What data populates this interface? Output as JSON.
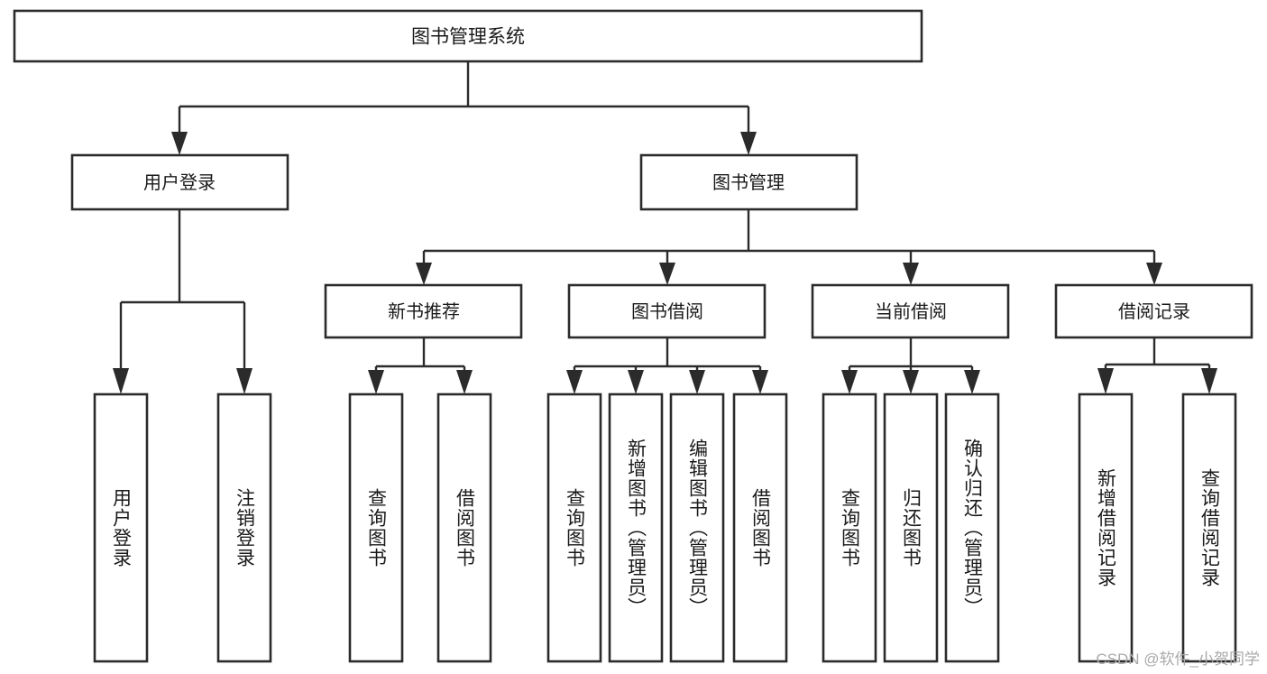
{
  "diagram": {
    "title": "图书管理系统",
    "type": "tree-hierarchy",
    "watermark": "CSDN @软件_小贺同学",
    "colors": {
      "background": "#ffffff",
      "box_stroke": "#2b2b2b",
      "box_fill": "#ffffff",
      "connector": "#2b2b2b",
      "text": "#1a1a1a",
      "watermark": "#a9a9a9"
    },
    "root": {
      "label": "图书管理系统"
    },
    "level1": [
      {
        "label": "用户登录"
      },
      {
        "label": "图书管理"
      }
    ],
    "level2": [
      {
        "label": "新书推荐"
      },
      {
        "label": "图书借阅"
      },
      {
        "label": "当前借阅"
      },
      {
        "label": "借阅记录"
      }
    ],
    "leaves": {
      "user_login": [
        {
          "label": "用户登录"
        },
        {
          "label": "注销登录"
        }
      ],
      "new_book": [
        {
          "label": "查询图书"
        },
        {
          "label": "借阅图书"
        }
      ],
      "book_borrow": [
        {
          "label": "查询图书"
        },
        {
          "label": "新增图书（管理员）"
        },
        {
          "label": "编辑图书（管理员）"
        },
        {
          "label": "借阅图书"
        }
      ],
      "current_borrow": [
        {
          "label": "查询图书"
        },
        {
          "label": "归还图书"
        },
        {
          "label": "确认归还（管理员）"
        }
      ],
      "borrow_record": [
        {
          "label": "新增借阅记录"
        },
        {
          "label": "查询借阅记录"
        }
      ]
    }
  }
}
